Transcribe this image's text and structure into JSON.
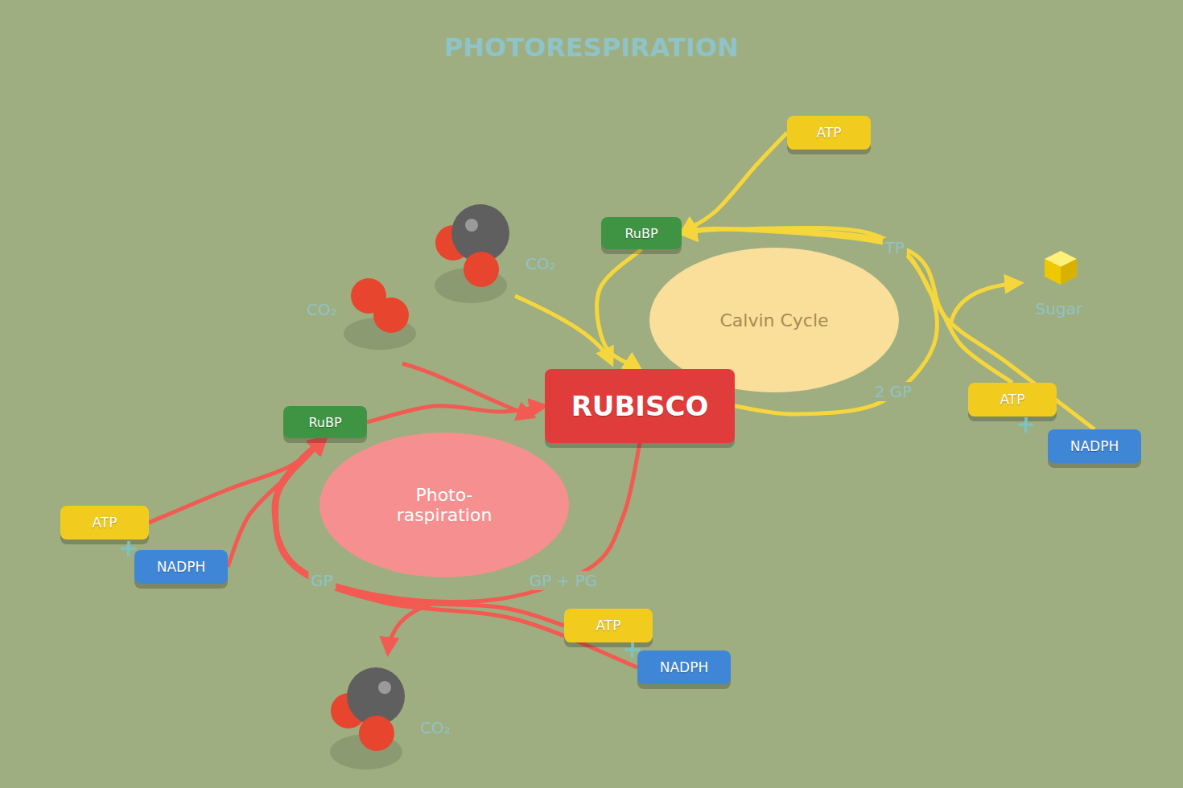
{
  "diagram": {
    "title": "PHOTORESPIRATION",
    "nodes": [
      {
        "text": [
          "ATP"
        ]
      },
      {
        "text": [
          "RuBP"
        ]
      },
      {
        "text": [
          "Calvin Cycle"
        ]
      },
      {
        "text": [
          "RUBISCO"
        ]
      },
      {
        "text": [
          "ATP"
        ]
      },
      {
        "text": [
          "NADPH"
        ]
      },
      {
        "text": [
          "RuBP"
        ]
      },
      {
        "text": [
          "Photo- raspiration"
        ]
      },
      {
        "text": [
          "ATP"
        ]
      },
      {
        "text": [
          "NADPH"
        ]
      },
      {
        "text": [
          "ATP"
        ]
      },
      {
        "text": [
          "NADPH"
        ]
      }
    ],
    "edges": [
      {
        "from": 0,
        "to": 1,
        "arrow": "to"
      },
      {
        "from": 1,
        "to": 3,
        "arrow": "to"
      },
      {
        "from": 3,
        "to": 1,
        "arrow": "to"
      },
      {
        "from": 4,
        "to": 1,
        "arrow": "to"
      },
      {
        "from": 5,
        "to": 1,
        "arrow": "to"
      },
      {
        "from": 6,
        "to": 3,
        "arrow": "to"
      },
      {
        "from": 3,
        "to": 6,
        "arrow": "to"
      },
      {
        "from": 8,
        "to": 6,
        "arrow": "to"
      },
      {
        "from": 9,
        "to": 6,
        "arrow": "to"
      },
      {
        "from": 10,
        "to": 6,
        "arrow": "to"
      },
      {
        "from": 11,
        "to": 6,
        "arrow": "to"
      }
    ],
    "labels": [
      "CO₂",
      "TP",
      "CO₂",
      "Sugar",
      "2 GP",
      "+",
      "+",
      "GP",
      "GP + PG",
      "+",
      "CO₂"
    ]
  }
}
